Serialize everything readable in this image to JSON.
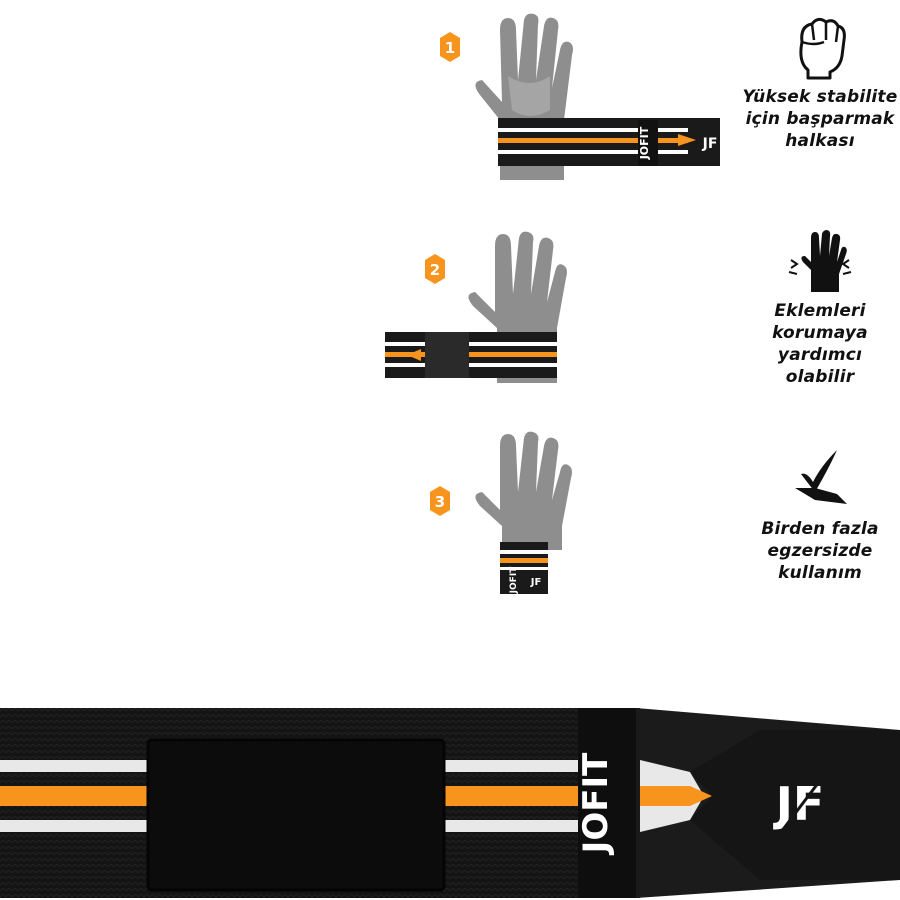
{
  "steps": [
    {
      "number": "1",
      "strap_text": "JOFIT",
      "logo_text": "JF"
    },
    {
      "number": "2"
    },
    {
      "number": "3",
      "strap_text": "JOFIT",
      "logo_text": "JF"
    }
  ],
  "features": [
    {
      "icon": "fist-icon",
      "lines": [
        "Yüksek stabilite",
        "için başparmak",
        "halkası"
      ]
    },
    {
      "icon": "hand-joint-icon",
      "lines": [
        "Eklemleri",
        "korumaya",
        "yardımcı",
        "olabilir"
      ]
    },
    {
      "icon": "check-icon",
      "lines": [
        "Birden fazla",
        "egzersizde",
        "kullanım"
      ]
    }
  ],
  "product": {
    "brand_text": "JOFIT",
    "logo_text": "JF"
  },
  "colors": {
    "accent": "#F7941D",
    "strap": "#1a1a1a",
    "glove": "#8e8e8e",
    "stripe_white": "#ffffff"
  }
}
